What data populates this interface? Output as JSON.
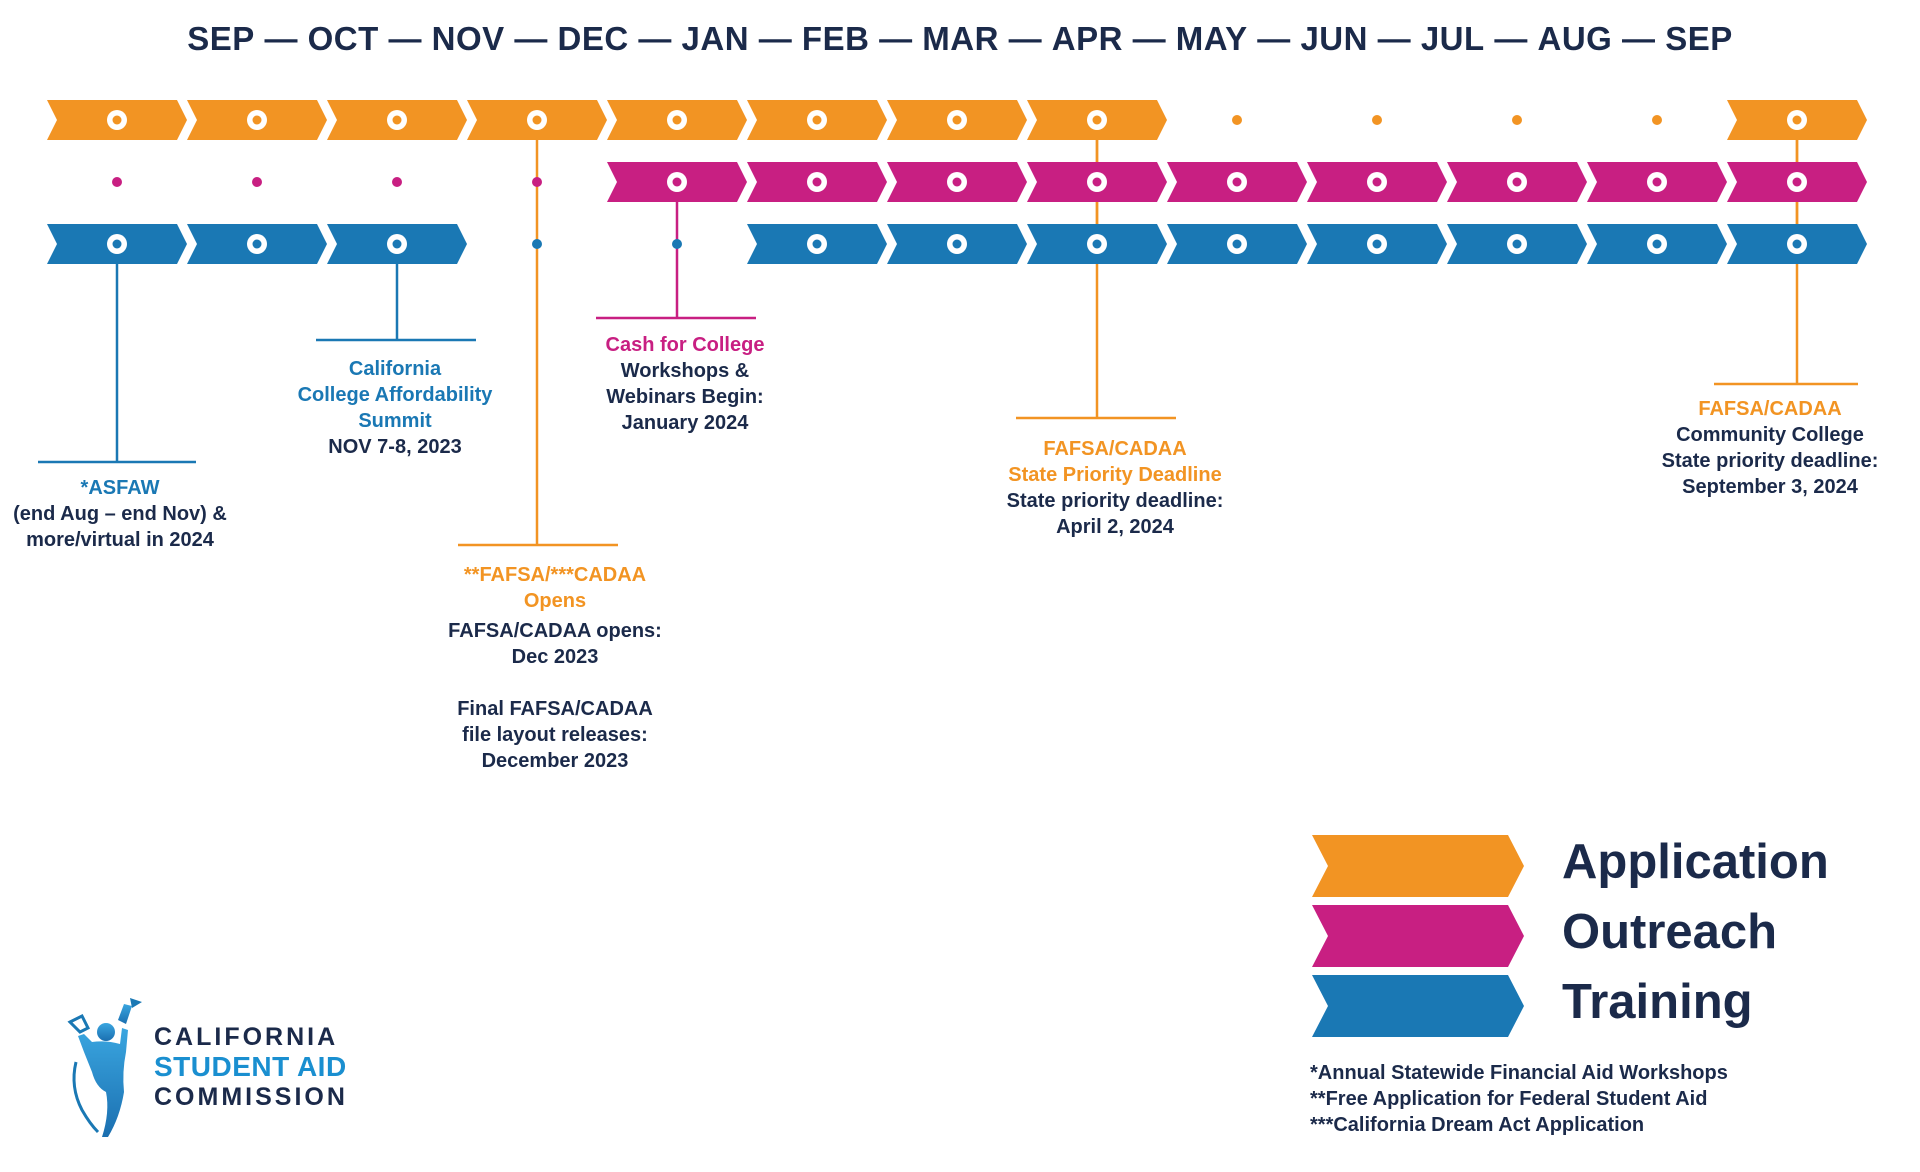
{
  "months": [
    "SEP",
    "OCT",
    "NOV",
    "DEC",
    "JAN",
    "FEB",
    "MAR",
    "APR",
    "MAY",
    "JUN",
    "JUL",
    "AUG",
    "SEP"
  ],
  "colors": {
    "application": "#f29423",
    "outreach": "#c81f82",
    "training": "#1a78b4",
    "text": "#1b2a4a"
  },
  "tracks": [
    {
      "key": "application",
      "color": "#f29423",
      "active": [
        1,
        1,
        1,
        1,
        1,
        1,
        1,
        1,
        0,
        0,
        0,
        0,
        1
      ]
    },
    {
      "key": "outreach",
      "color": "#c81f82",
      "active": [
        0,
        0,
        0,
        0,
        1,
        1,
        1,
        1,
        1,
        1,
        1,
        1,
        1
      ]
    },
    {
      "key": "training",
      "color": "#1a78b4",
      "active": [
        1,
        1,
        1,
        0,
        0,
        1,
        1,
        1,
        1,
        1,
        1,
        1,
        1
      ]
    }
  ],
  "callouts": [
    {
      "id": "asfaw",
      "month_index": 0,
      "track": "training",
      "title": "*ASFAW",
      "body": "(end Aug – end Nov) &\nmore/virtual in 2024"
    },
    {
      "id": "summit",
      "month_index": 2,
      "track": "training",
      "title": "California\nCollege Affordability\nSummit",
      "body": "NOV 7-8, 2023"
    },
    {
      "id": "fafsa-opens",
      "month_index": 3,
      "track": "application",
      "title": "**FAFSA/***CADAA\nOpens",
      "body": "FAFSA/CADAA opens:\nDec 2023\n\nFinal FAFSA/CADAA\nfile layout releases:\nDecember 2023"
    },
    {
      "id": "cash-for-college",
      "month_index": 4,
      "track": "outreach",
      "title": "Cash for College",
      "body": "Workshops &\nWebinars Begin:\nJanuary 2024"
    },
    {
      "id": "priority-deadline",
      "month_index": 7,
      "track": "application",
      "title": "FAFSA/CADAA\nState Priority Deadline",
      "body": "State priority deadline:\nApril 2, 2024"
    },
    {
      "id": "cc-deadline",
      "month_index": 12,
      "track": "application",
      "title": "FAFSA/CADAA",
      "body": "Community College\nState priority deadline:\nSeptember 3, 2024"
    }
  ],
  "legend": [
    {
      "label": "Application",
      "color": "#f29423"
    },
    {
      "label": "Outreach",
      "color": "#c81f82"
    },
    {
      "label": "Training",
      "color": "#1a78b4"
    }
  ],
  "footnotes": [
    "*Annual Statewide Financial Aid Workshops",
    "**Free Application for Federal Student Aid",
    "***California Dream Act Application"
  ],
  "logo": {
    "line1": "CALIFORNIA",
    "line2": "STUDENT AID",
    "line3": "COMMISSION",
    "icon": "graduate-figure-icon"
  }
}
